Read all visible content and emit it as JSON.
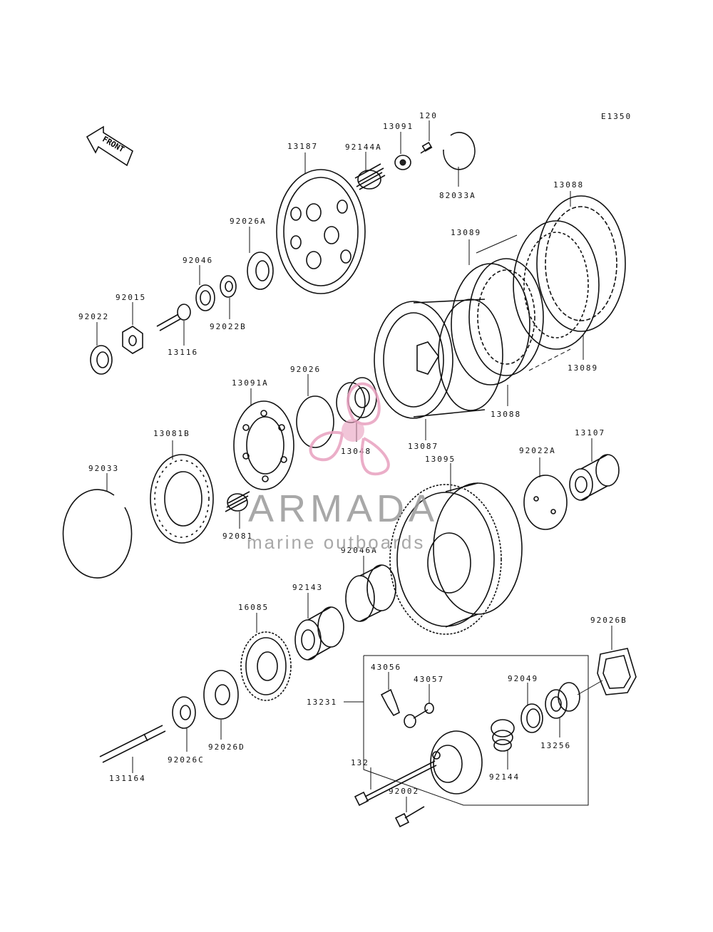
{
  "diagram": {
    "code": "E1350",
    "front_label": "FRONT",
    "labels": {
      "p13187": "13187",
      "p92144A": "92144A",
      "p13091": "13091",
      "p120": "120",
      "p82033A": "82033A",
      "p13088a": "13088",
      "p13089a": "13089",
      "p92026A": "92026A",
      "p92046": "92046",
      "p92015": "92015",
      "p92022": "92022",
      "p92022B": "92022B",
      "p13116": "13116",
      "p13091A": "13091A",
      "p92026": "92026",
      "p13048": "13048",
      "p13087": "13087",
      "p13088b": "13088",
      "p13089b": "13089",
      "p13081B": "13081B",
      "p92033": "92033",
      "p92081": "92081",
      "p13095": "13095",
      "p92022A": "92022A",
      "p13107": "13107",
      "p92046A": "92046A",
      "p92143": "92143",
      "p16085": "16085",
      "p92026B": "92026B",
      "p43056": "43056",
      "p43057": "43057",
      "p92049": "92049",
      "p13231": "13231",
      "p13256": "13256",
      "p132": "132",
      "p92002": "92002",
      "p92144": "92144",
      "p131164": "131164",
      "p92026C": "92026C",
      "p92026D": "92026D"
    }
  },
  "watermark": {
    "brand": "ARMADA",
    "tagline": "marine outboards",
    "logo_color": "#e8a0bf",
    "text_color": "#9a9a9a"
  }
}
